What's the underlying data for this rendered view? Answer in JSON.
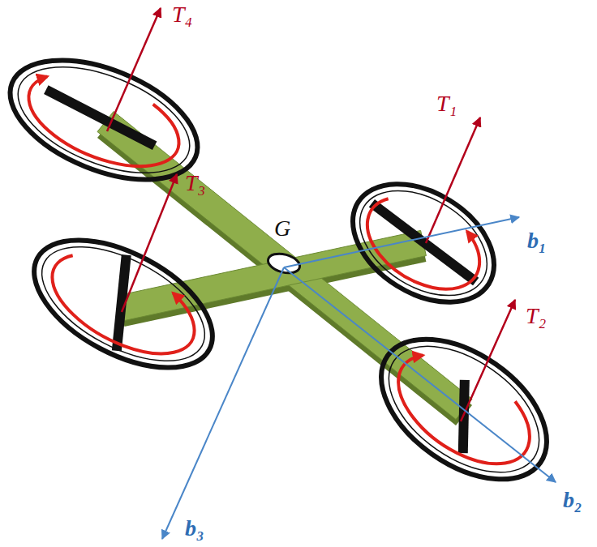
{
  "diagram": {
    "labels": [
      "T₄",
      "T₁",
      "G",
      "T₃",
      "b₁",
      "T₂",
      "b₂",
      "b₃"
    ]
  }
}
